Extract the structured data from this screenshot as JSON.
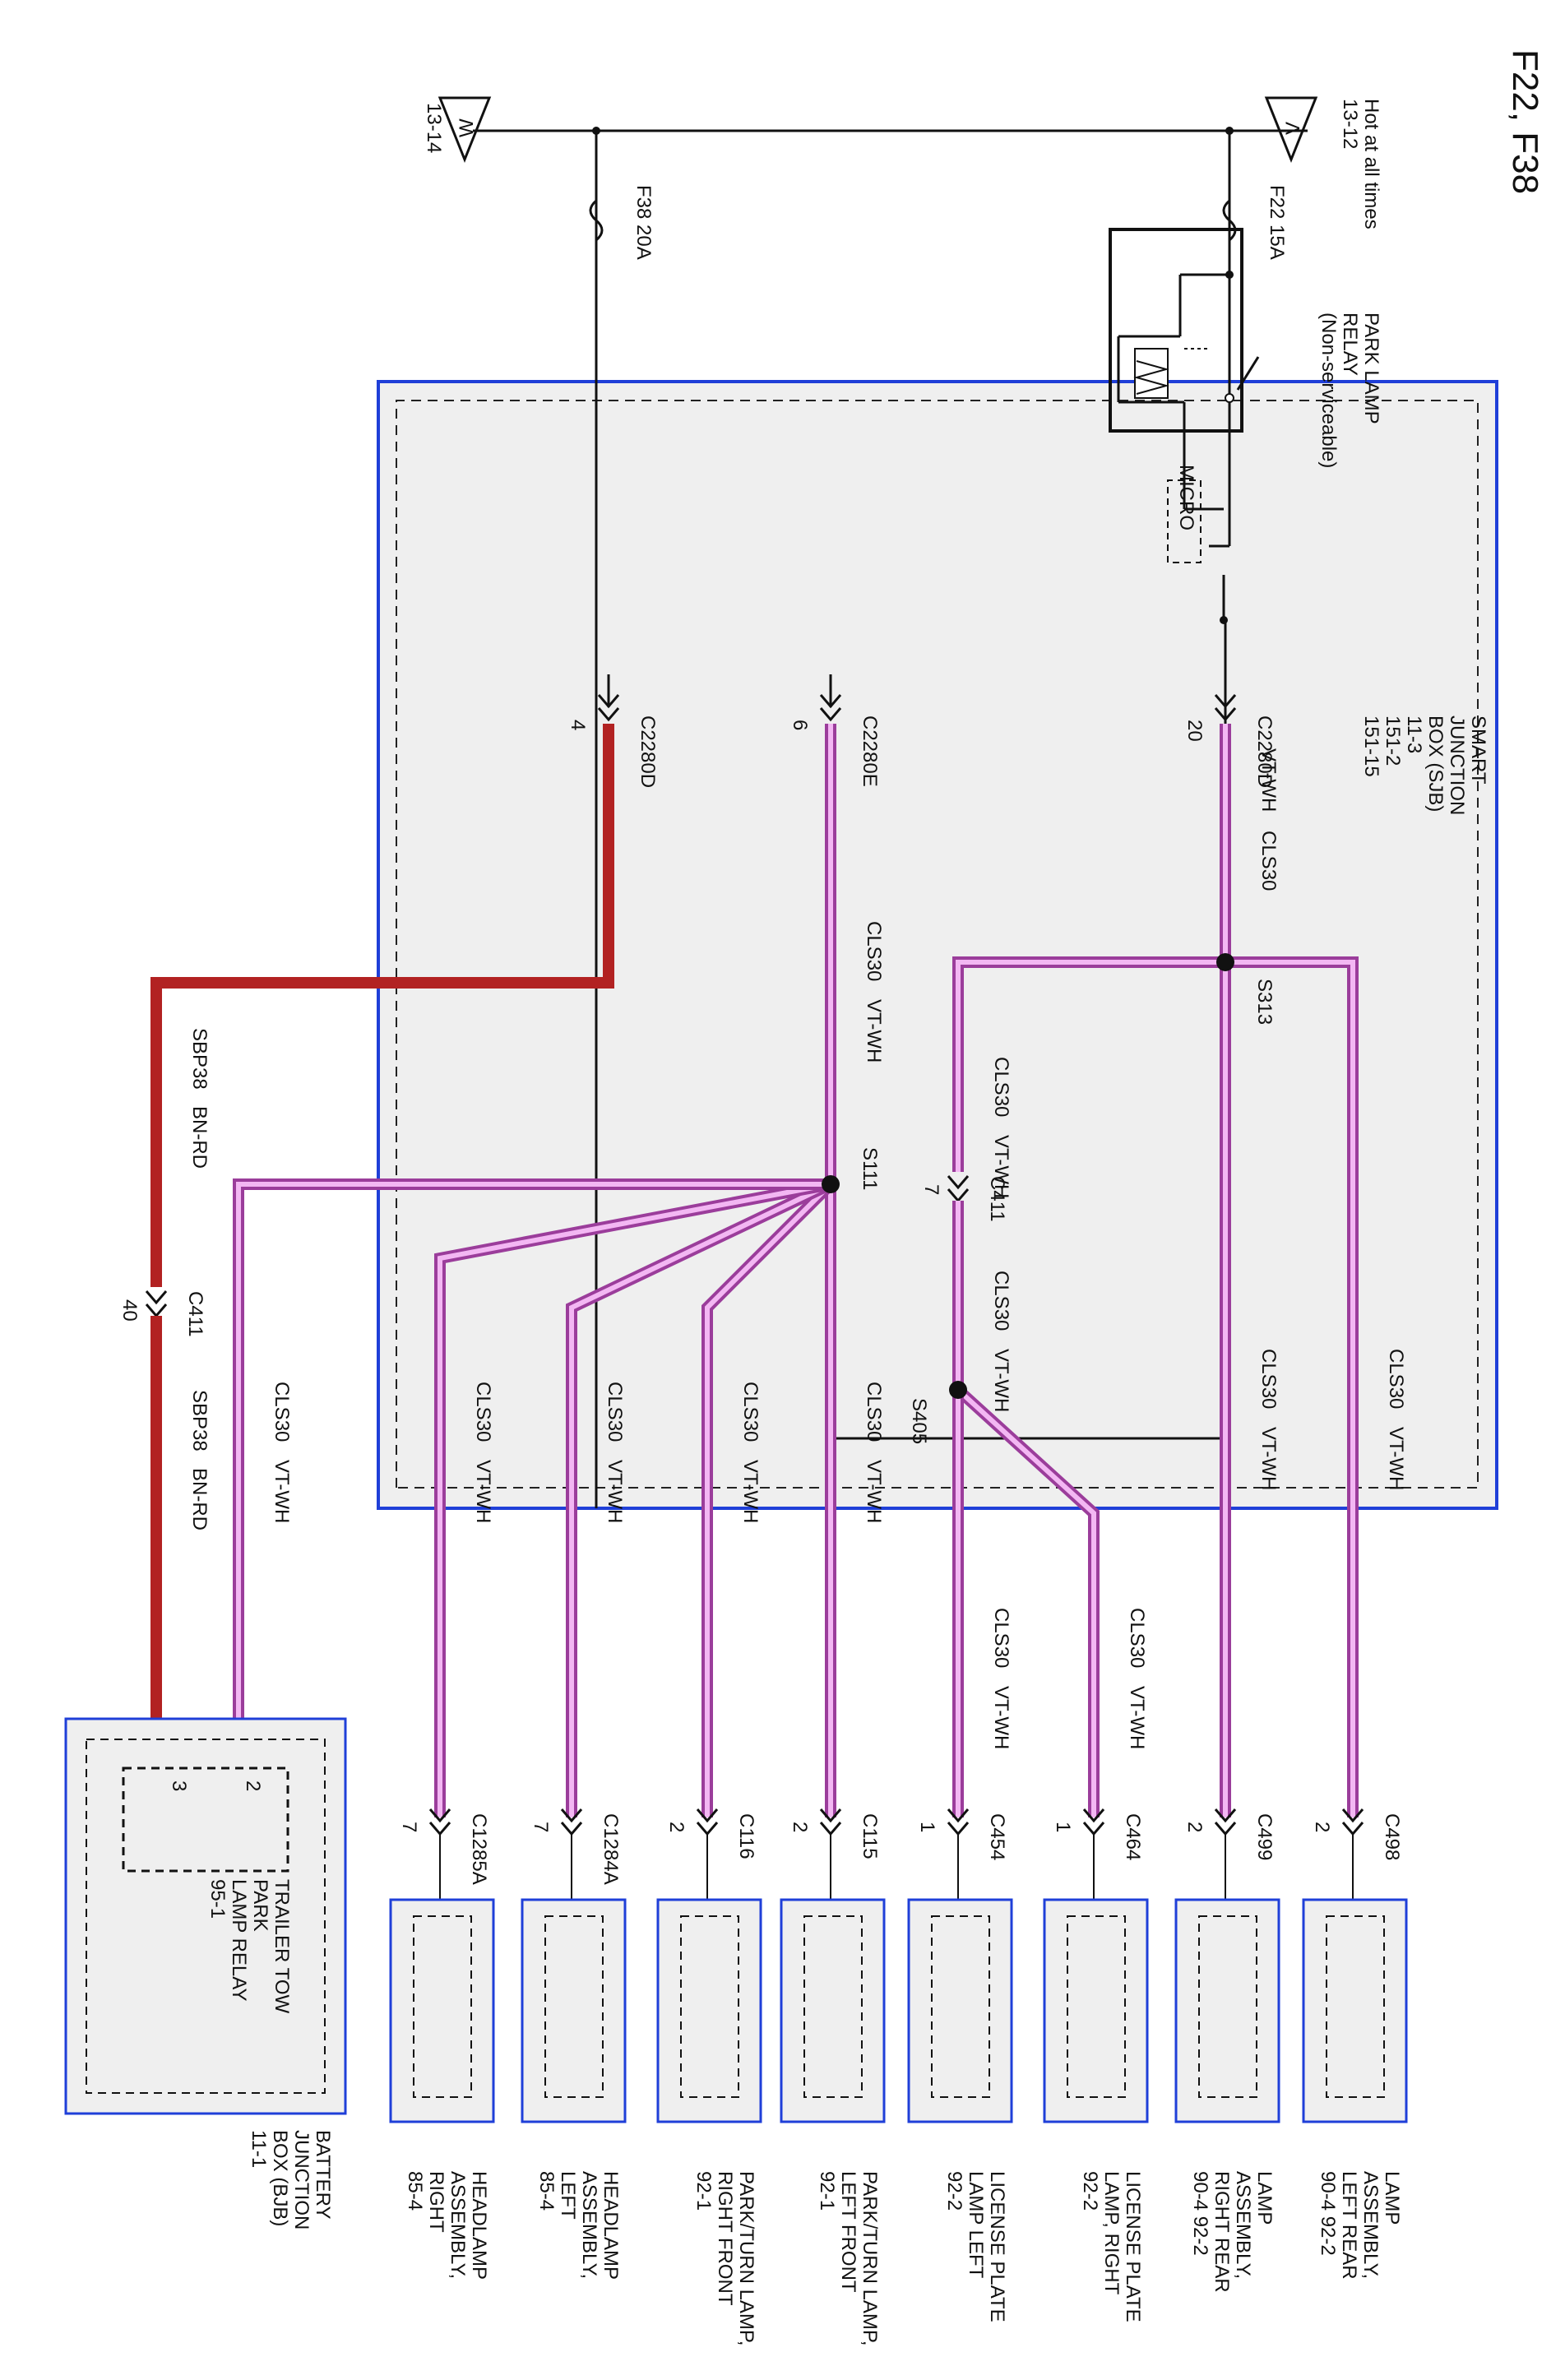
{
  "title": "F22, F38",
  "colors": {
    "wire_vt_wh_outer": "#9b3d9b",
    "wire_vt_wh_inner": "#f3b7f3",
    "wire_bn_rd": "#b22222",
    "box_border": "#1f3fd8",
    "box_fill": "#efefef"
  },
  "sjb": {
    "name_lines": [
      "SMART",
      "JUNCTION",
      "BOX (SJB)",
      "11-3",
      "151-2",
      "151-15"
    ],
    "hot_lines": [
      "Hot at all times",
      "13-12"
    ],
    "hot_symbol": "V",
    "ground_symbol": "W",
    "ground_ref": "13-14",
    "fuse_f22": "F22   15A",
    "fuse_f38": "F38   20A",
    "relay_lines": [
      "PARK LAMP",
      "RELAY",
      "(Non-serviceable)"
    ],
    "micro": "MICRO"
  },
  "connectors": {
    "c2280d_20": {
      "name": "C2280D",
      "pin": "20"
    },
    "c2280e_6": {
      "name": "C2280E",
      "pin": "6"
    },
    "c2280d_4": {
      "name": "C2280D",
      "pin": "4"
    },
    "c411_7": {
      "name": "C411",
      "pin": "7"
    },
    "c411_40": {
      "name": "C411",
      "pin": "40"
    }
  },
  "splices": {
    "s313": "S313",
    "s111": "S111",
    "s405": "S405"
  },
  "wire_labels": {
    "cls30": "CLS30",
    "vtwh": "VT-WH",
    "sbp38": "SBP38",
    "bnrd": "BN-RD"
  },
  "components": [
    {
      "connector": "C498",
      "pin": "2",
      "lines": [
        "LAMP",
        "ASSEMBLY,",
        "LEFT REAR",
        "90-4   92-2"
      ]
    },
    {
      "connector": "C499",
      "pin": "2",
      "lines": [
        "LAMP",
        "ASSEMBLY,",
        "RIGHT REAR",
        "90-4   92-2"
      ]
    },
    {
      "connector": "C464",
      "pin": "1",
      "lines": [
        "LICENSE PLATE",
        "LAMP, RIGHT",
        "92-2"
      ]
    },
    {
      "connector": "C454",
      "pin": "1",
      "lines": [
        "LICENSE PLATE",
        "LAMP LEFT",
        "92-2"
      ]
    },
    {
      "connector": "C115",
      "pin": "2",
      "lines": [
        "PARK/TURN LAMP,",
        "LEFT FRONT",
        "92-1"
      ]
    },
    {
      "connector": "C116",
      "pin": "2",
      "lines": [
        "PARK/TURN LAMP,",
        "RIGHT FRONT",
        "92-1"
      ]
    },
    {
      "connector": "C1284A",
      "pin": "7",
      "lines": [
        "HEADLAMP",
        "ASSEMBLY,",
        "LEFT",
        "85-4"
      ]
    },
    {
      "connector": "C1285A",
      "pin": "7",
      "lines": [
        "HEADLAMP",
        "ASSEMBLY,",
        "RIGHT",
        "85-4"
      ]
    }
  ],
  "bjb": {
    "lines": [
      "BATTERY",
      "JUNCTION",
      "BOX (BJB)",
      "11-1"
    ],
    "inner_lines": [
      "TRAILER TOW",
      "PARK",
      "LAMP RELAY",
      "95-1"
    ],
    "pin3": "3",
    "pin2": "2"
  }
}
